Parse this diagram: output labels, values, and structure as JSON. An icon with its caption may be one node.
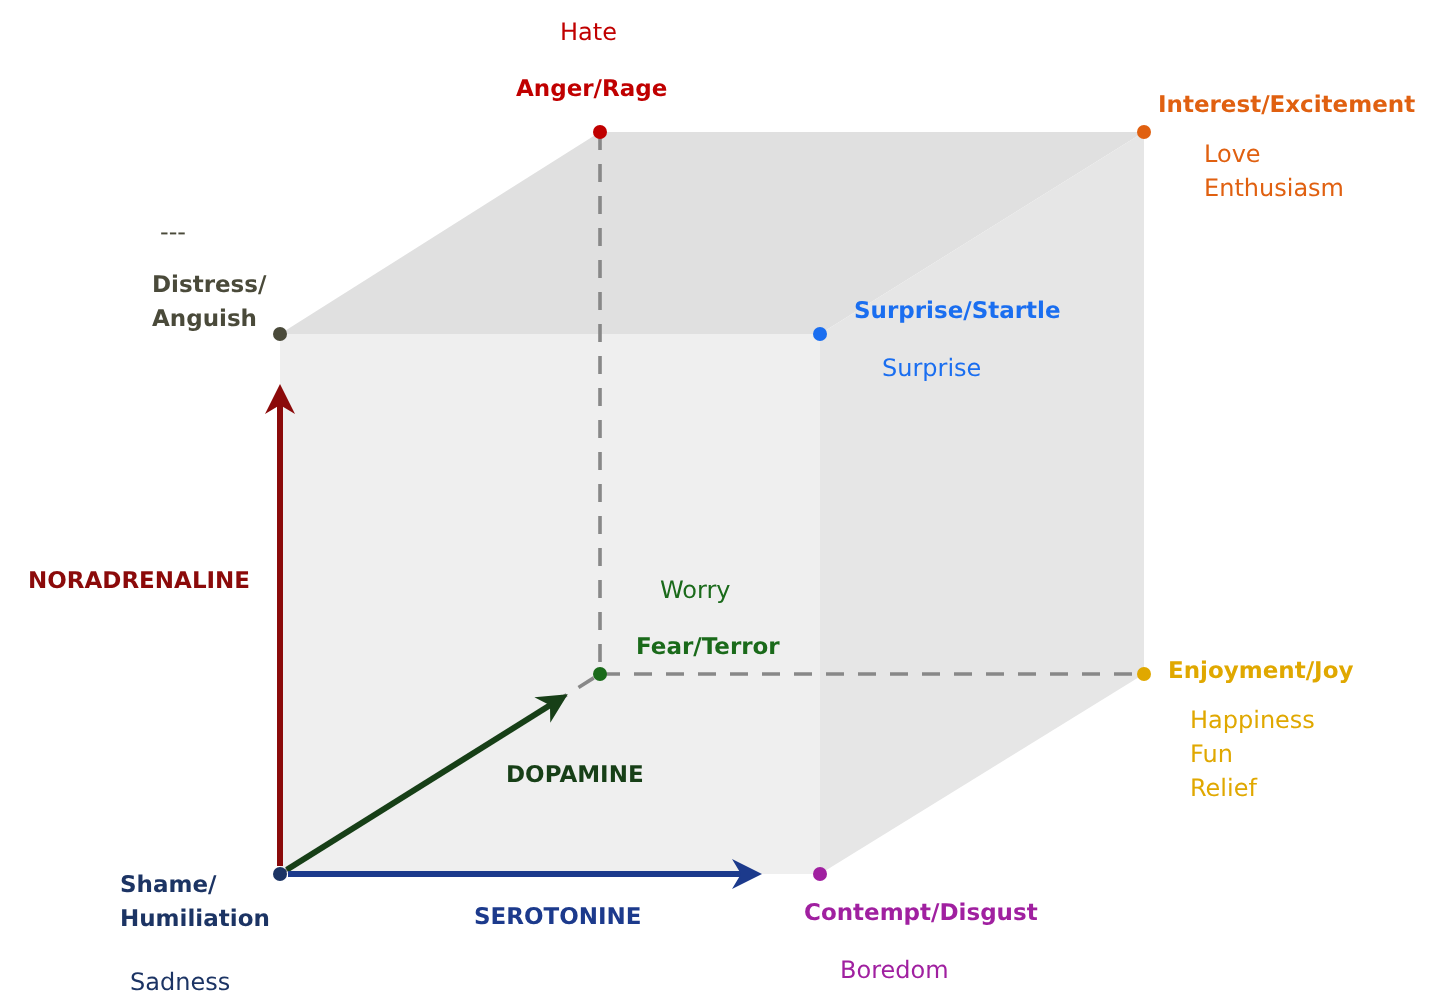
{
  "diagram": {
    "nodes": [
      {
        "text": [
          "Anger/Rage"
        ],
        "beside": [
          "Hate"
        ]
      },
      {
        "text": [
          "Interest/Excitement"
        ],
        "beside": [
          "Love",
          "Enthusiasm"
        ]
      },
      {
        "text": [
          "Distress/ Anguish"
        ],
        "beside": [
          "---"
        ]
      },
      {
        "text": [
          "Surprise/Startle"
        ],
        "beside": [
          "Surprise"
        ]
      },
      {
        "text": [
          "Fear/Terror"
        ],
        "beside": [
          "Worry"
        ]
      },
      {
        "text": [
          "Enjoyment/Joy"
        ],
        "beside": [
          "Happiness",
          "Fun",
          "Relief"
        ]
      },
      {
        "text": [
          "Shame/ Humiliation"
        ],
        "beside": [
          "Sadness"
        ]
      },
      {
        "text": [
          "Contempt/Disgust"
        ],
        "beside": [
          "Boredom"
        ]
      }
    ],
    "edges": [
      {
        "from": 6,
        "to": 2,
        "arrow": "to",
        "label": "NORADRENALINE",
        "color": "#8b0a0a"
      },
      {
        "from": 6,
        "to": 4,
        "arrow": "to",
        "label": "DOPAMINE",
        "color": "#173f17"
      },
      {
        "from": 6,
        "to": 7,
        "arrow": "to",
        "label": "SEROTONINE",
        "color": "#1c3a8c"
      }
    ]
  }
}
